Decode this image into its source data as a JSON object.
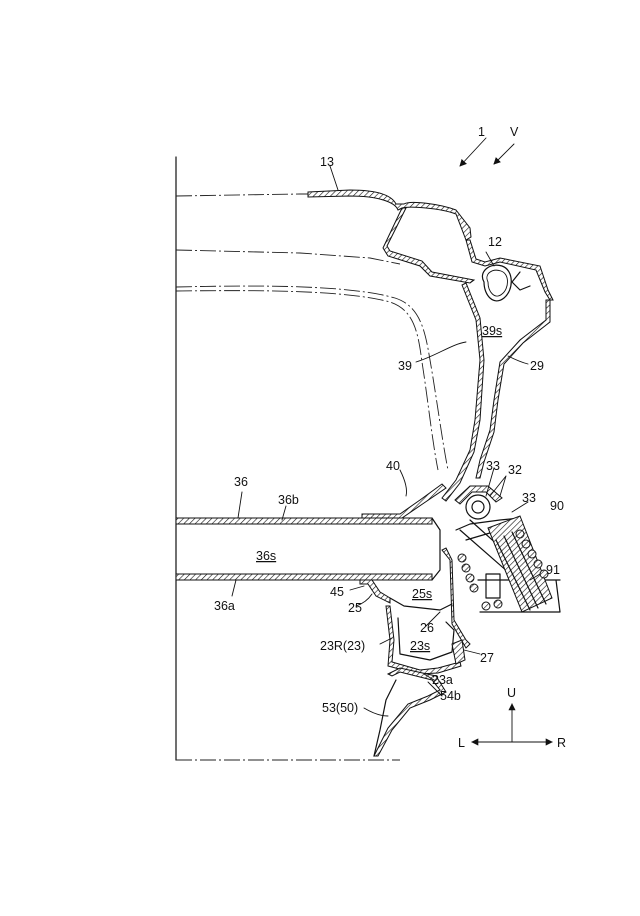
{
  "labels": {
    "l1": "1",
    "lV": "V",
    "l13": "13",
    "l12": "12",
    "l39s": "39s",
    "l39": "39",
    "l29": "29",
    "l40": "40",
    "l33a": "33",
    "l32": "32",
    "l33b": "33",
    "l90": "90",
    "l36": "36",
    "l36b": "36b",
    "l36s": "36s",
    "l36a": "36a",
    "l91": "91",
    "l45": "45",
    "l25": "25",
    "l25s": "25s",
    "l26": "26",
    "l23R": "23R(23)",
    "l23s": "23s",
    "l27": "27",
    "l23a": "23a",
    "l54b": "54b",
    "l53": "53(50)"
  },
  "axes": {
    "up": "U",
    "left": "L",
    "right": "R"
  }
}
